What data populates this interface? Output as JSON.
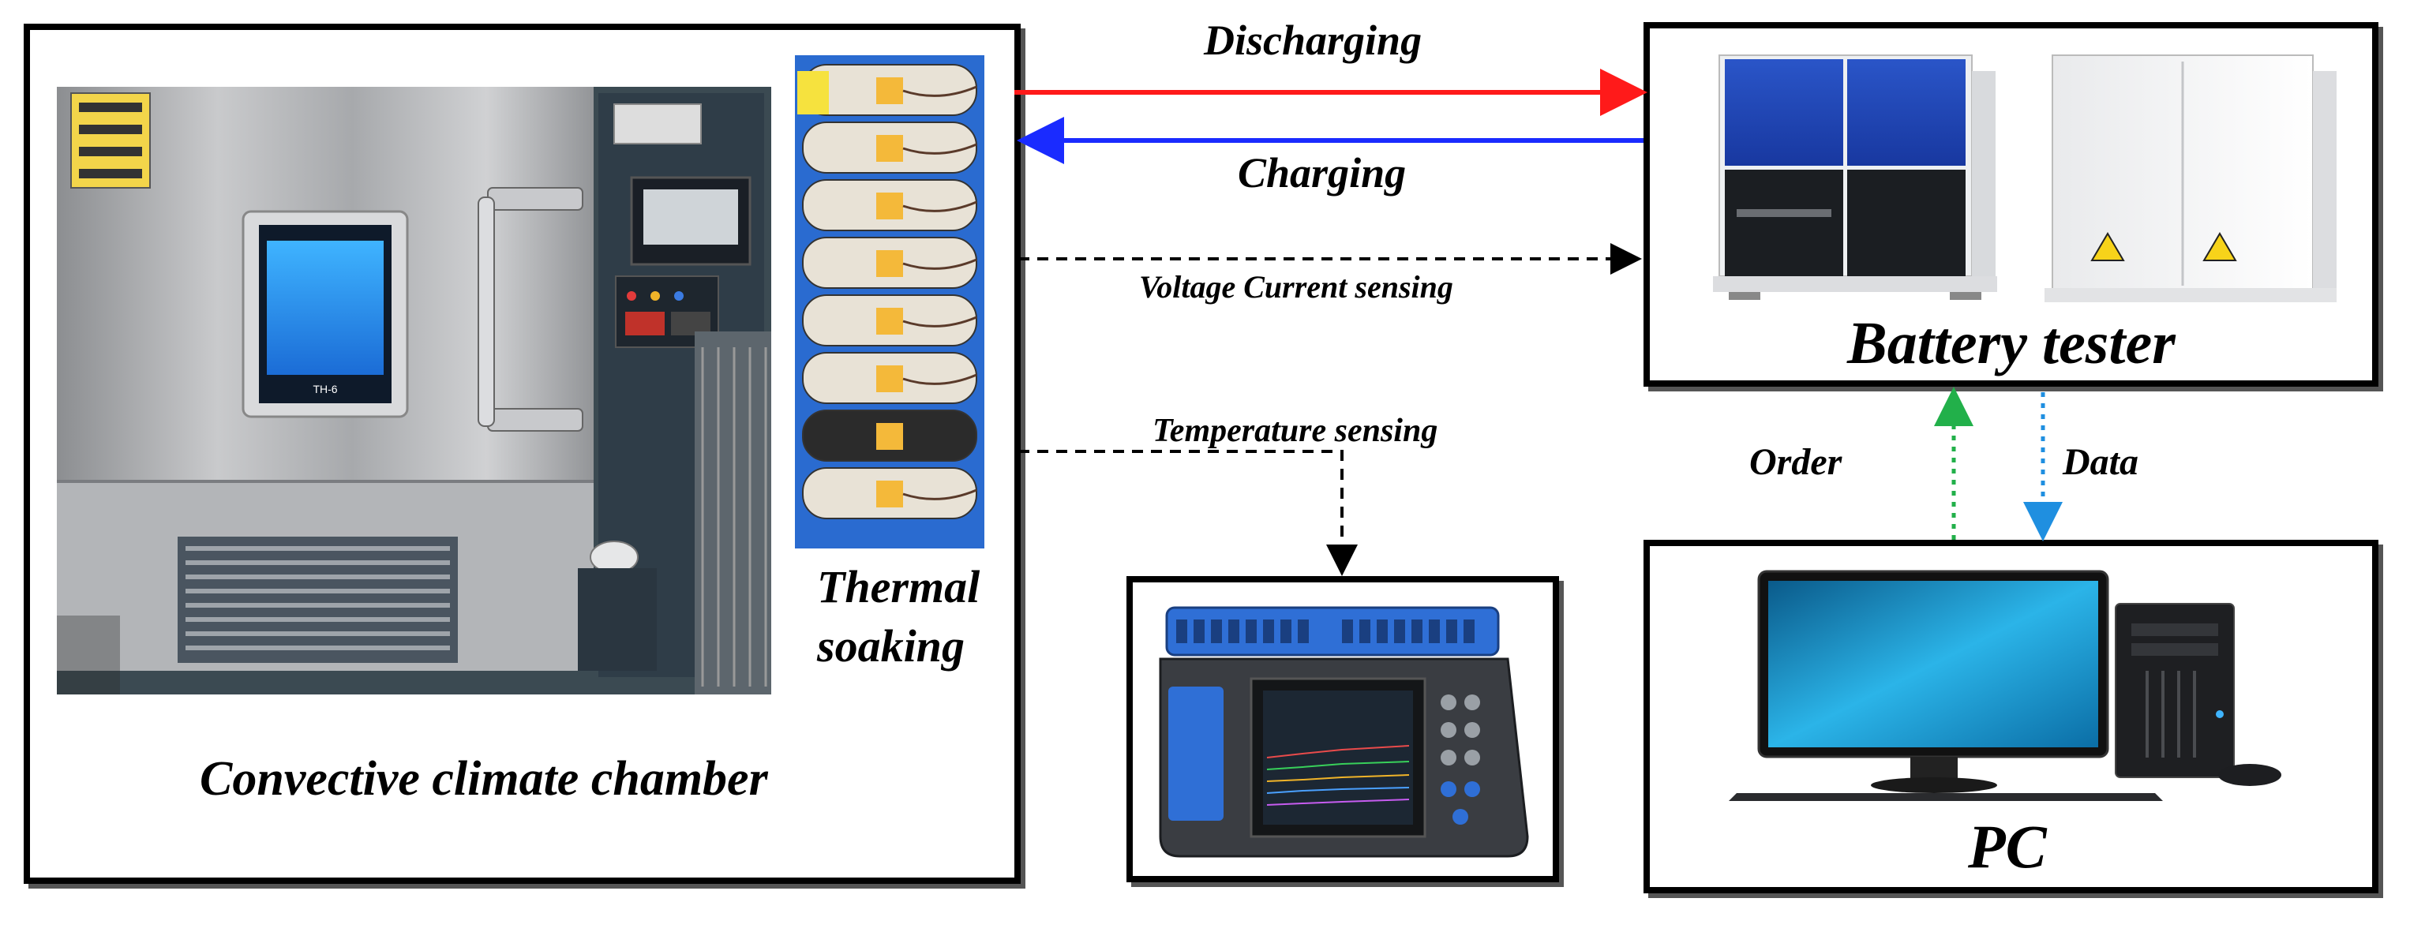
{
  "labels": {
    "discharging": "Discharging",
    "charging": "Charging",
    "voltage_current": "Voltage Current sensing",
    "temperature": "Temperature sensing",
    "battery_tester": "Battery tester",
    "order": "Order",
    "data": "Data",
    "pc": "PC",
    "thermal_soaking_1": "Thermal",
    "thermal_soaking_2": "soaking",
    "climate_chamber": "Convective climate chamber"
  },
  "chamber_screen_text": "TH-6",
  "colors": {
    "discharging_arrow": "#ff1a1a",
    "charging_arrow": "#1a2bff",
    "order_arrow": "#22b04a",
    "data_arrow": "#1f8fe0",
    "sensing_arrow": "#000000"
  }
}
